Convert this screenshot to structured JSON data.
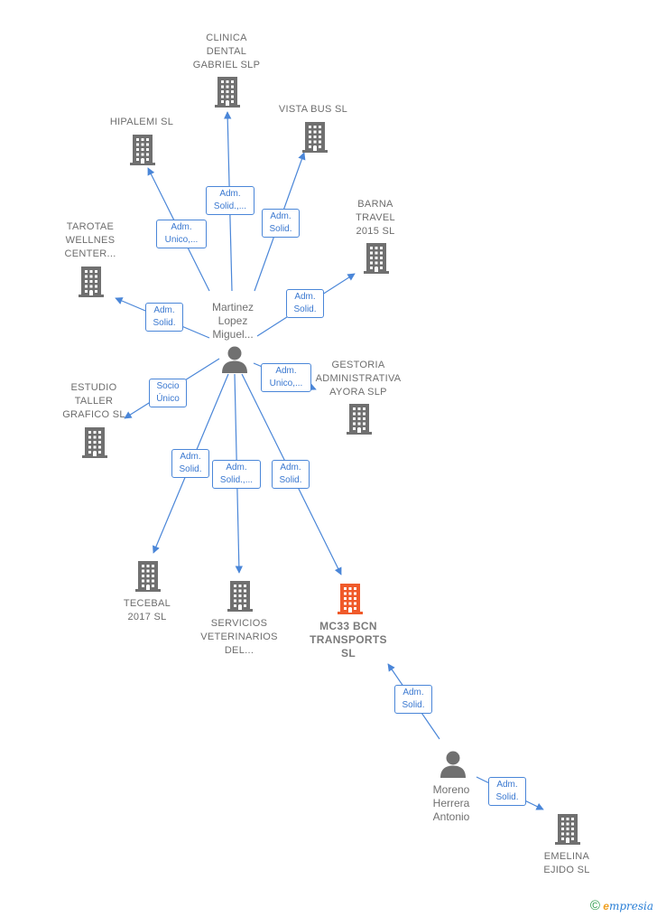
{
  "colors": {
    "edge": "#4a86d8",
    "building": "#707070",
    "highlight_building": "#f05a2a",
    "person": "#707070"
  },
  "persons": [
    {
      "id": "p1",
      "label": "Martinez\nLopez\nMiguel..."
    },
    {
      "id": "p2",
      "label": "Moreno\nHerrera\nAntonio"
    }
  ],
  "companies": [
    {
      "id": "c_clinica",
      "label": "CLINICA\nDENTAL\nGABRIEL  SLP",
      "highlight": false
    },
    {
      "id": "c_vista",
      "label": "VISTA BUS  SL",
      "highlight": false
    },
    {
      "id": "c_hipalemi",
      "label": "HIPALEMI  SL",
      "highlight": false
    },
    {
      "id": "c_barna",
      "label": "BARNA\nTRAVEL\n2015  SL",
      "highlight": false
    },
    {
      "id": "c_tarotae",
      "label": "TAROTAE\nWELLNES\nCENTER...",
      "highlight": false
    },
    {
      "id": "c_gestoria",
      "label": "GESTORIA\nADMINISTRATIVA\nAYORA  SLP",
      "highlight": false
    },
    {
      "id": "c_estudio",
      "label": "ESTUDIO\nTALLER\nGRAFICO SL",
      "highlight": false
    },
    {
      "id": "c_tecebal",
      "label": "TECEBAL\n2017  SL",
      "highlight": false
    },
    {
      "id": "c_servicios",
      "label": "SERVICIOS\nVETERINARIOS\nDEL...",
      "highlight": false
    },
    {
      "id": "c_mc33",
      "label": "MC33 BCN\nTRANSPORTS\nSL",
      "highlight": true
    },
    {
      "id": "c_emelina",
      "label": "EMELINA\nEJIDO SL",
      "highlight": false
    }
  ],
  "relations": [
    {
      "from": "p1",
      "to": "c_clinica",
      "label": "Adm.\nSolid.,..."
    },
    {
      "from": "p1",
      "to": "c_vista",
      "label": "Adm.\nSolid."
    },
    {
      "from": "p1",
      "to": "c_hipalemi",
      "label": "Adm.\nUnico,..."
    },
    {
      "from": "p1",
      "to": "c_barna",
      "label": "Adm.\nSolid."
    },
    {
      "from": "p1",
      "to": "c_tarotae",
      "label": "Adm.\nSolid."
    },
    {
      "from": "p1",
      "to": "c_gestoria",
      "label": "Adm.\nUnico,..."
    },
    {
      "from": "p1",
      "to": "c_estudio",
      "label": "Socio\nÚnico"
    },
    {
      "from": "p1",
      "to": "c_tecebal",
      "label": "Adm.\nSolid."
    },
    {
      "from": "p1",
      "to": "c_servicios",
      "label": "Adm.\nSolid.,..."
    },
    {
      "from": "p1",
      "to": "c_mc33",
      "label": "Adm.\nSolid."
    },
    {
      "from": "p2",
      "to": "c_mc33",
      "label": "Adm.\nSolid."
    },
    {
      "from": "p2",
      "to": "c_emelina",
      "label": "Adm.\nSolid."
    }
  ],
  "footer": {
    "copyright": "©",
    "brand_initial": "e",
    "brand_rest": "mpresia"
  }
}
